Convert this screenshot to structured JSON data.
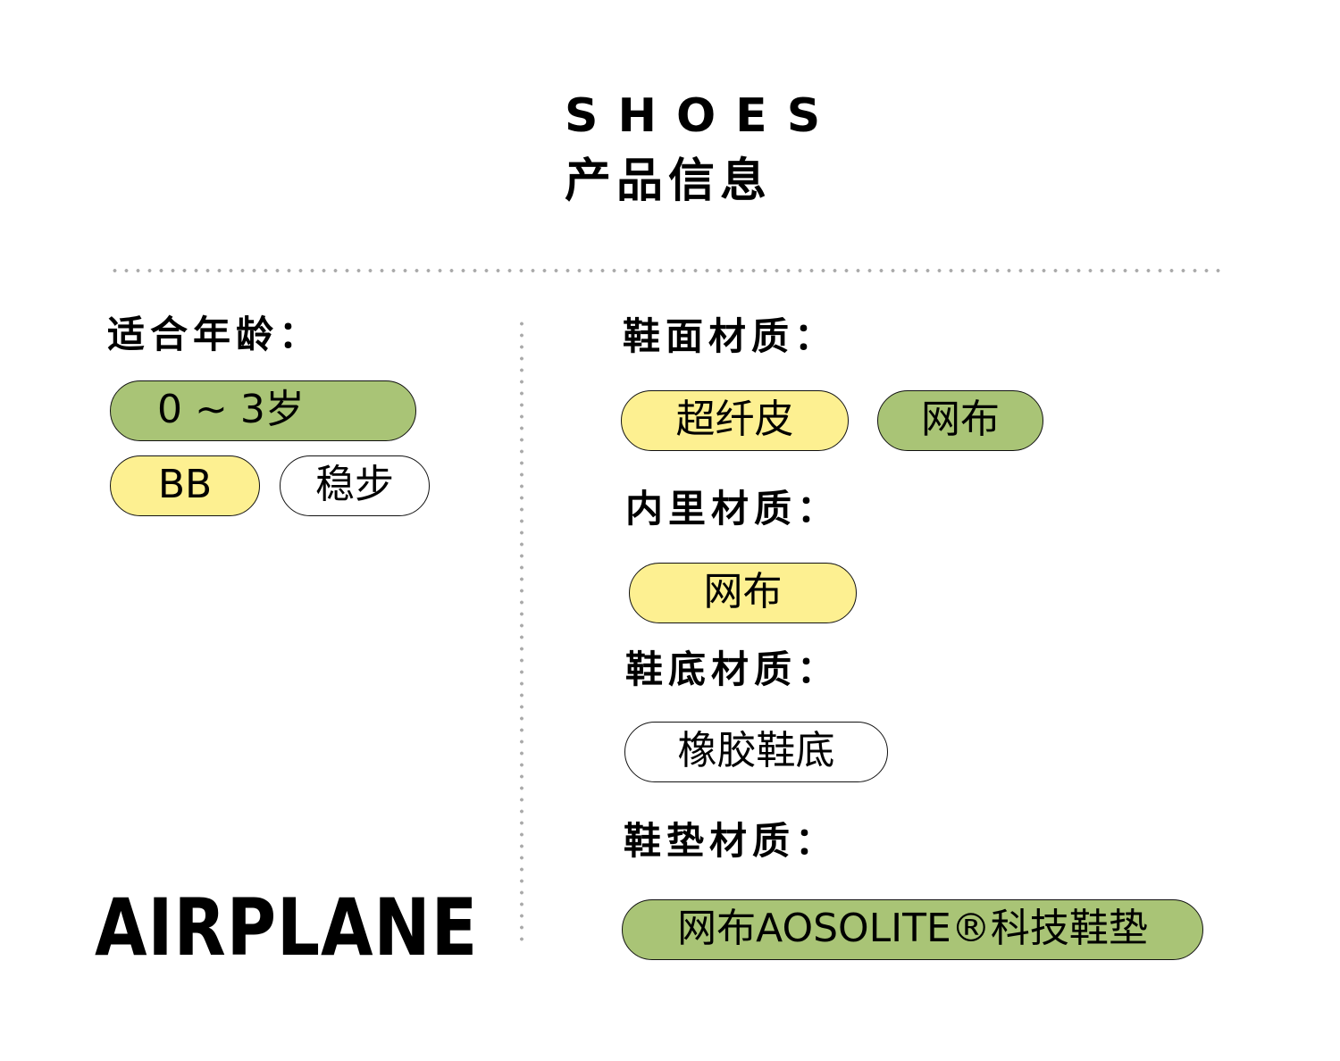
{
  "header": {
    "title_en": "SHOES",
    "title_cn": "产品信息"
  },
  "age": {
    "label": "适合年龄：",
    "tags": [
      "0 ~ 3岁",
      "BB",
      "稳步"
    ]
  },
  "upper": {
    "label": "鞋面材质：",
    "tags": [
      "超纤皮",
      "网布"
    ]
  },
  "lining": {
    "label": "内里材质：",
    "tags": [
      "网布"
    ]
  },
  "sole": {
    "label": "鞋底材质：",
    "tags": [
      "橡胶鞋底"
    ]
  },
  "insole": {
    "label": "鞋垫材质：",
    "tags": [
      "网布AOSOLITE®科技鞋垫"
    ]
  },
  "brand": "AIRPLANE",
  "colors": {
    "green": "#a9c476",
    "yellow": "#fdf091",
    "white": "#ffffff"
  }
}
